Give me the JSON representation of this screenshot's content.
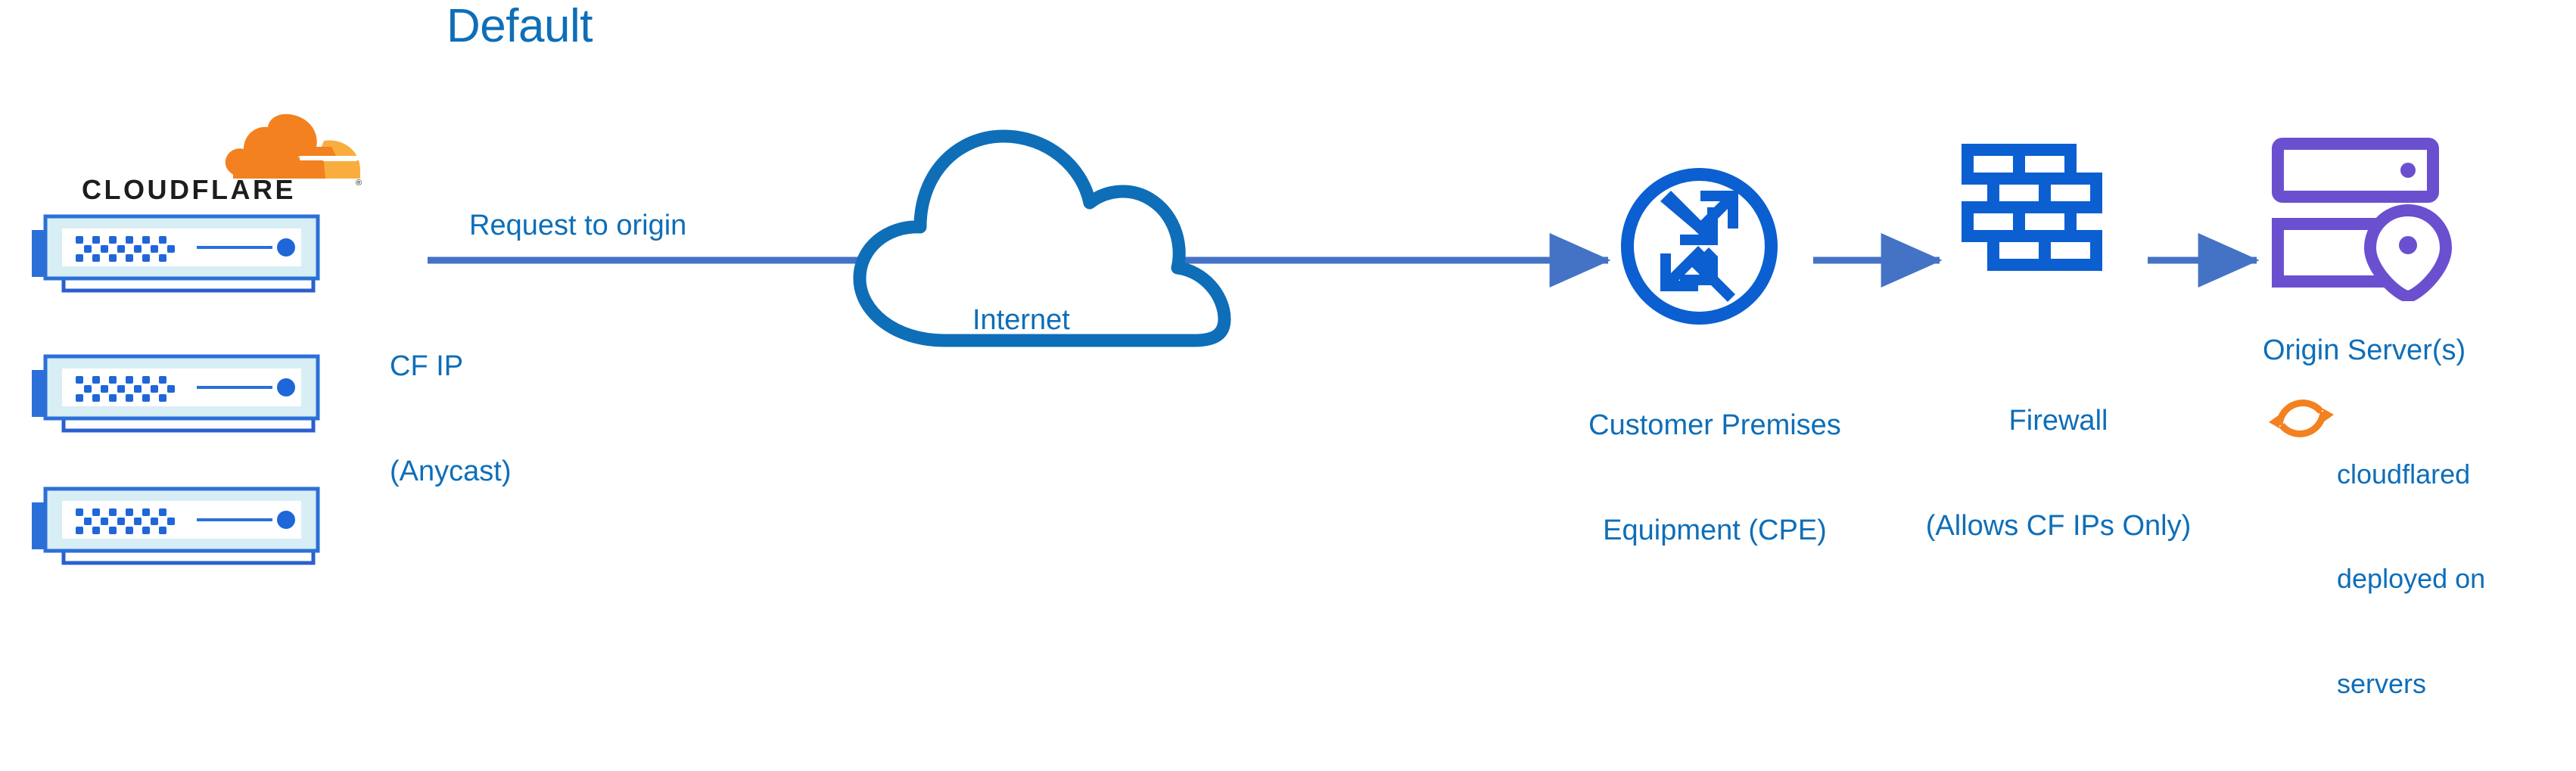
{
  "diagram": {
    "title": "Default",
    "type": "network-architecture-flow"
  },
  "colors": {
    "title_blue": "#0E6EB8",
    "label_blue": "#0E6EB8",
    "arrow_blue": "#4472C4",
    "icon_blue": "#0B5FD0",
    "cloud_outline_blue": "#0E6EB8",
    "origin_purple": "#6A4FCF",
    "cloudflare_orange": "#F48120",
    "cloudflare_orange_light": "#FAAD3F",
    "wordmark_black": "#1D1D1D",
    "server_body_light": "#D7EFF4",
    "server_border_blue": "#2B6FD8",
    "background": "#FFFFFF"
  },
  "brand": {
    "wordmark": "CLOUDFLARE",
    "registered_mark": "®",
    "logo_icon_name": "cloudflare-cloud-logo"
  },
  "nodes": [
    {
      "id": "cf-edge",
      "icon": "cloudflare-server-stack",
      "count": 3,
      "labels": [
        "CF IP",
        "(Anycast)"
      ]
    },
    {
      "id": "internet",
      "icon": "cloud-outline-icon",
      "label": "Internet"
    },
    {
      "id": "cpe",
      "icon": "router-circle-arrows-icon",
      "label_lines": [
        "Customer Premises",
        "Equipment (CPE)"
      ]
    },
    {
      "id": "firewall",
      "icon": "brick-wall-icon",
      "label_lines": [
        "Firewall",
        "(Allows CF IPs Only)"
      ]
    },
    {
      "id": "origin",
      "icon": "server-rack-location-pin-icon",
      "label_lines": [
        "Origin Server(s)"
      ]
    }
  ],
  "annotations": {
    "request_to_origin": "Request to origin",
    "cf_ip_line1": "CF IP",
    "cf_ip_line2": "(Anycast)",
    "internet": "Internet",
    "cpe_line1": "Customer Premises",
    "cpe_line2": "Equipment (CPE)",
    "firewall_line1": "Firewall",
    "firewall_line2": "(Allows CF IPs Only)",
    "origin_server": "Origin Server(s)",
    "cloudflared_line1": "cloudflared",
    "cloudflared_line2": "deployed on",
    "cloudflared_line3": "servers",
    "cloudflared_icon_name": "sync-refresh-circular-arrows-icon"
  },
  "connectors": [
    {
      "id": "edge-to-cpe",
      "from": "cf-edge",
      "to": "cpe",
      "style": "solid-arrow"
    },
    {
      "id": "cpe-to-firewall",
      "from": "cpe",
      "to": "firewall",
      "style": "solid-arrow"
    },
    {
      "id": "firewall-to-origin",
      "from": "firewall",
      "to": "origin",
      "style": "solid-arrow"
    }
  ]
}
